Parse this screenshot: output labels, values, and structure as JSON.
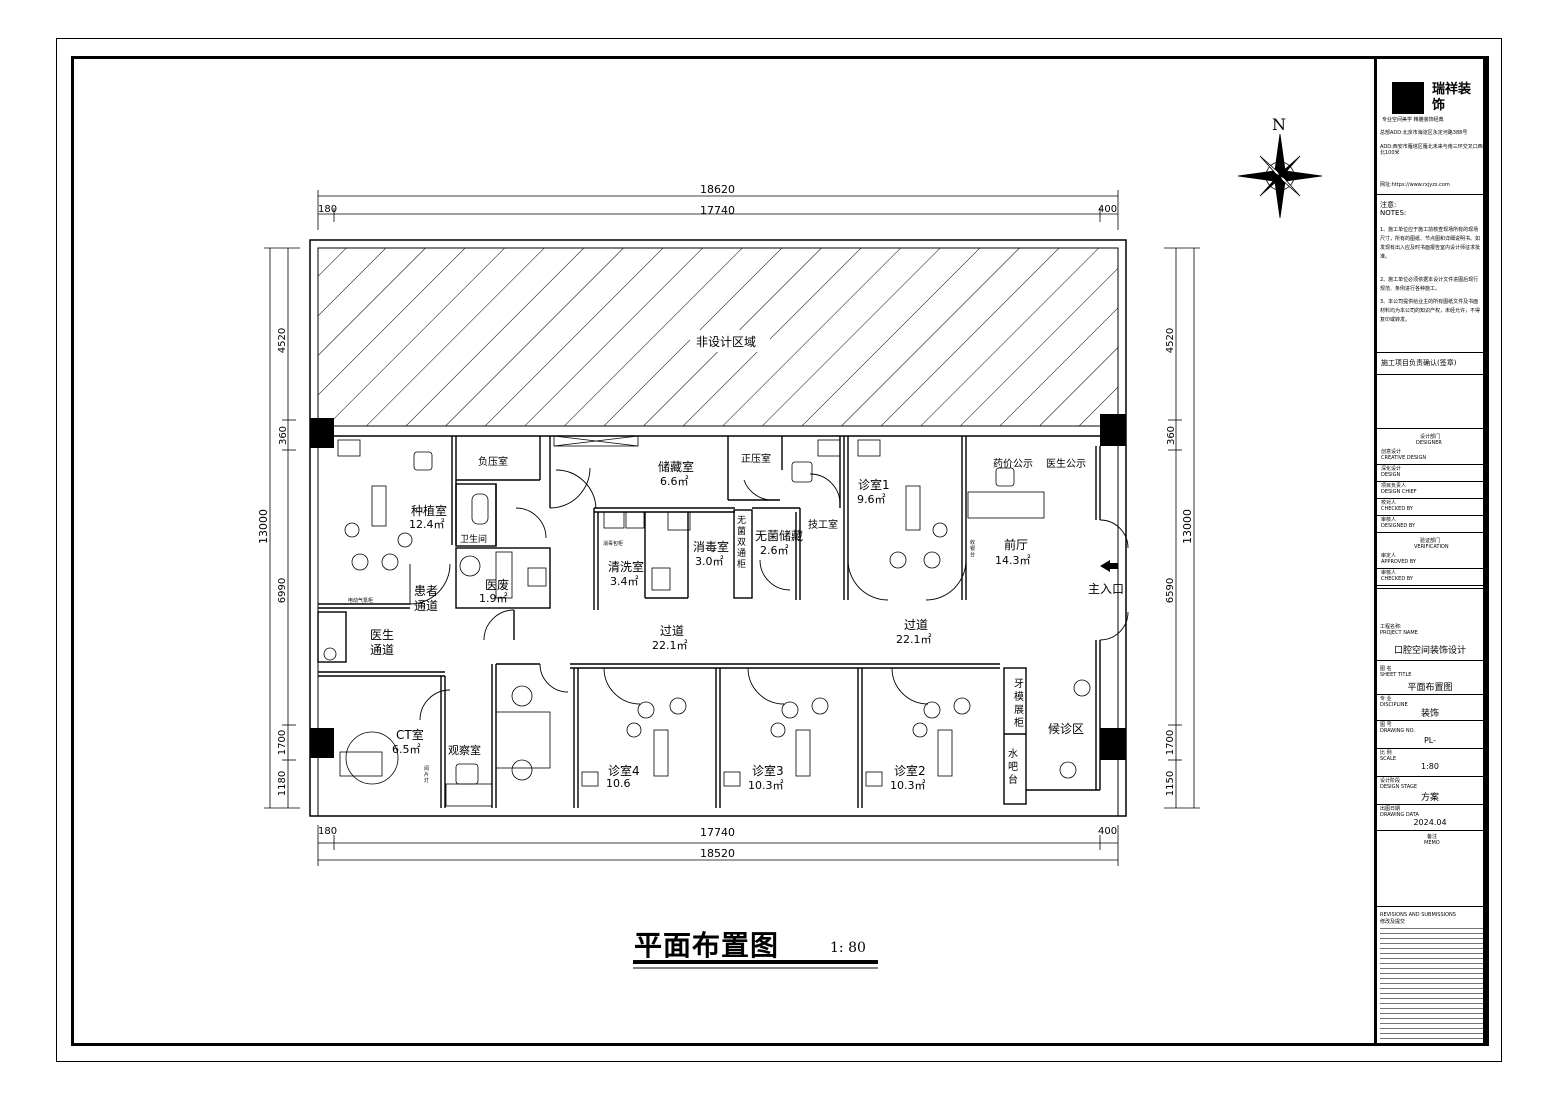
{
  "drawing": {
    "title": "平面布置图",
    "scale_label": "1: 80",
    "north_label": "N"
  },
  "dimensions": {
    "total_width": "18620",
    "inner_width": "17740",
    "left_offset": "180",
    "right_offset": "400",
    "bottom_total_width": "18520",
    "left_heights": [
      "4520",
      "360",
      "6990",
      "1700",
      "1180"
    ],
    "left_total_height": "13000",
    "right_heights": [
      "4520",
      "360",
      "6590",
      "1700",
      "1150"
    ],
    "right_total_height": "13000"
  },
  "areas": {
    "non_design_area": "非设计区域",
    "planting_room": "种植室",
    "planting_room_area": "12.4㎡",
    "negative_pressure": "负压室",
    "toilet": "卫生间",
    "medical_waste": "医废",
    "medical_waste_area": "1.9㎡",
    "storage": "储藏室",
    "storage_area": "6.6㎡",
    "wash_room": "清洗室",
    "wash_room_area": "3.4㎡",
    "disinfect_room": "消毒室",
    "disinfect_room_area": "3.0㎡",
    "double_pass_cabinet": "无菌双通柜",
    "sterile_storage": "无菌储藏",
    "sterile_storage_area": "2.6㎡",
    "positive_pressure": "正压室",
    "tech_room": "技工室",
    "clinic1": "诊室1",
    "clinic1_area": "9.6㎡",
    "drug_notice": "药价公示",
    "doctor_notice": "医生公示",
    "lobby": "前厅",
    "lobby_area": "14.3㎡",
    "main_entrance": "主入口",
    "patient_corridor": "患者通道",
    "doctor_corridor": "医生通道",
    "corridor1": "过道",
    "corridor1_area": "22.1㎡",
    "corridor2": "过道",
    "corridor2_area": "22.1㎡",
    "ct_room": "CT室",
    "ct_room_area": "6.5㎡",
    "observation": "观察室",
    "clinic4": "诊室4",
    "clinic4_area": "10.6",
    "clinic3": "诊室3",
    "clinic3_area": "10.3㎡",
    "clinic2": "诊室2",
    "clinic2_area": "10.3㎡",
    "denture_cabinet": "牙模展柜",
    "water_bar": "水吧台",
    "waiting_area": "候诊区",
    "electric_air": "电动气泵柜",
    "front_desk": "收银台",
    "disinfect_pack": "消毒包柜",
    "reader_label": "阅片灯"
  },
  "title_block": {
    "company_name": "瑞祥装饰",
    "company_slogan": "专业空间美学 精雕装饰经典",
    "address1": "总部ADD:北京市海淀区永定河路388号",
    "address2": "ADD:西安市雁塔区雁北未来与南三环交叉口西北100米",
    "website": "网址:https://www.rxjyzs.com",
    "notes_title": "注意:",
    "notes_title_en": "NOTES:",
    "notes": [
      "1、施工单位应于施工前核查现场所有的现场尺寸，所有的图纸、节点图和详细说明书。如发现有出入应及时书面报告室内设计师征求批准。",
      "2、施工单位必须依据本设计文件进图后现行规范、条例进行各种施工。",
      "3、本公司提供给业主的所有图纸文件及书面材料均为本公司的知识产权，未经允许，不得复印或转发。"
    ],
    "confirm_label": "施工项目负责确认(签章)",
    "design_dept": "设计部门",
    "design_dept_en": "DESIGNER",
    "design_rows": [
      {
        "cn": "创意设计",
        "en": "CREATIVE DESIGN"
      },
      {
        "cn": "深化设计",
        "en": "DESIGN"
      },
      {
        "cn": "项目负责人",
        "en": "DESIGN CHIEF"
      },
      {
        "cn": "校对人",
        "en": "CHECKED BY"
      },
      {
        "cn": "审核人",
        "en": "DESIGNED BY"
      }
    ],
    "verify_dept": "验证部门",
    "verify_dept_en": "VERIFICATION",
    "verify_rows": [
      {
        "cn": "审定人",
        "en": "APPROVED BY"
      },
      {
        "cn": "审核人",
        "en": "CHECKED BY"
      }
    ],
    "project_label": "工程名称:",
    "project_label_en": "PROJECT NAME",
    "project_name": "口腔空间装饰设计",
    "sheet_label": "图 名",
    "sheet_label_en": "SHEET TITLE",
    "sheet_title": "平面布置图",
    "discipline_label": "专 业",
    "discipline_label_en": "DISCIPLINE",
    "discipline": "装饰",
    "drawing_no_label": "图 号",
    "drawing_no_label_en": "DRAWING NO.",
    "drawing_no": "PL-",
    "scale_label": "比 例",
    "scale_label_en": "SCALE",
    "scale": "1:80",
    "stage_label": "设计阶段",
    "stage_label_en": "DESIGN STAGE",
    "stage": "方案",
    "date_label": "出图日期",
    "date_label_en": "DRAWING DATA",
    "date": "2024.04",
    "memo_label": "备注",
    "memo_label_en": "MEMO",
    "revisions_title": "REVISIONS AND SUBMISSIONS",
    "revisions_cn": "修改及提交"
  },
  "colors": {
    "line": "#000000",
    "background": "#ffffff",
    "hatch": "#000000",
    "wall": "#000000"
  }
}
